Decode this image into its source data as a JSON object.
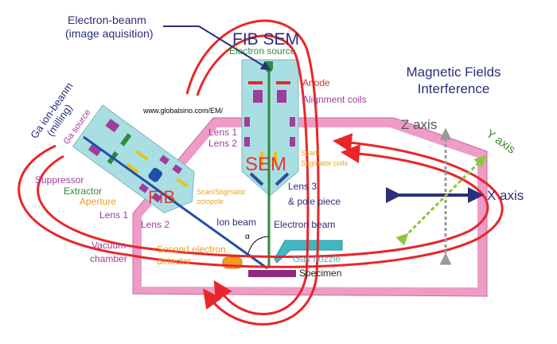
{
  "title": "FIB SEM",
  "electron_beam_label": [
    "Electron-beanm",
    "(image aquisition)"
  ],
  "ion_beam_label": [
    "Ga ion-beanm",
    "(milling)"
  ],
  "watermark": "www.globalsino.com/EM/",
  "sem": {
    "name": "SEM",
    "electron_source": "Electron source",
    "anode": "Anode",
    "alignment_coils": "Alignment coils",
    "lens1": "Lens 1",
    "lens2": "Lens 2",
    "scan_coils": [
      "Scan/",
      "Stigmator coils"
    ],
    "lens3": [
      "Lens 3",
      "& pole piece"
    ],
    "electron_beam": "Electron beam"
  },
  "fib": {
    "name": "FIB",
    "ga_source": "Ga source",
    "suppressor": "Suppressor",
    "extractor": "Extractor",
    "aperture": "Aperture",
    "lens1": "Lens 1",
    "lens2": "Lens 2",
    "octopole": [
      "Scan/Stigmator",
      "octopole"
    ],
    "ion_beam": "Ion beam"
  },
  "chamber": {
    "vacuum": [
      "Vacuum",
      "chamber"
    ],
    "detector": [
      "Second electron",
      "detector"
    ],
    "gas_nozzle": "Gas nozzle",
    "specimen": "Specimen",
    "alpha": "α"
  },
  "magnetic": {
    "title": [
      "Magnetic Fields",
      "Interference"
    ],
    "x_axis": "X axis",
    "y_axis": "Y axis",
    "z_axis": "Z axis"
  },
  "colors": {
    "field": "#e8262a",
    "navy": "#2b2f7a",
    "column": "#a9dfe3",
    "chamber": "#ee9cc6",
    "purple": "#a03d9c",
    "green": "#2e8b3e",
    "orange": "#e9a21f"
  }
}
